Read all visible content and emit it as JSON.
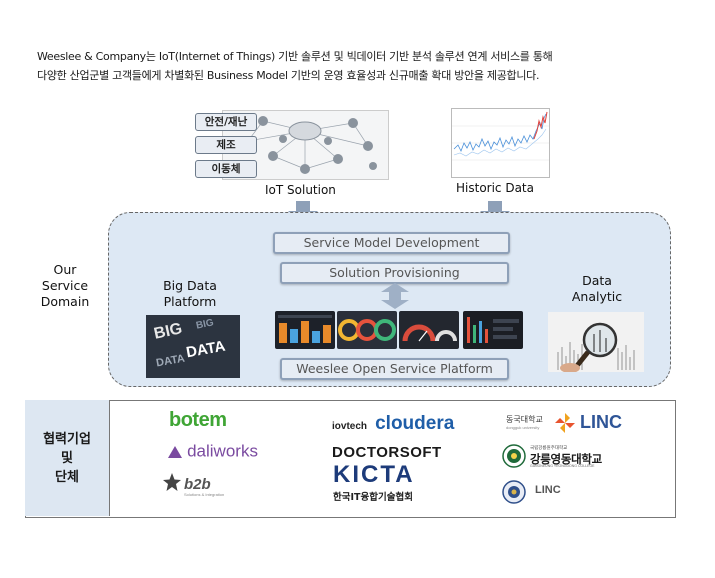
{
  "intro": {
    "line1": "Weeslee & Company는 IoT(Internet of Things) 기반 솔루션 및 빅데이터 기반 분석 솔루션 연계 서비스를 통해",
    "line2": "다양한 산업군별 고객들에게 차별화된 Business Model 기반의 운영 효율성과 신규매출 확대 방안을 제공합니다."
  },
  "iot": {
    "tags": [
      "안전/재난",
      "제조",
      "이동체"
    ],
    "caption": "IoT Solution"
  },
  "historic": {
    "caption": "Historic Data"
  },
  "domain": {
    "label_lines": [
      "Our",
      "Service",
      "Domain"
    ],
    "big_data_lines": [
      "Big Data",
      "Platform"
    ],
    "analytic_lines": [
      "Data",
      "Analytic"
    ],
    "bars": {
      "service_model": "Service Model Development",
      "solution": "Solution Provisioning",
      "open_platform": "Weeslee  Open Service Platform"
    },
    "bigdata_image_text": [
      "BIG",
      "DATA",
      "BIG",
      "DATA"
    ]
  },
  "partners": {
    "header_lines": [
      "협력기업",
      "및",
      "단체"
    ],
    "col1": {
      "botem": "botem",
      "daliworks": "daliworks",
      "b2b": "b2b",
      "b2b_sub": "Solutions & Integration"
    },
    "col2": {
      "iovtech": "iovtech",
      "cloudera": "cloudera",
      "doctorsoft": "DOCTORSOFT",
      "kicta": "KICTA",
      "kicta_sub": "한국IT융합기술협회"
    },
    "col3": {
      "dongguk": "동국대학교",
      "dongguk_sub": "dongguk university",
      "linc1": "LINC",
      "gangneung_small": "국립강릉원주대학교",
      "gangneung": "강릉영동대학교",
      "gangneung_sub": "GANGNEUNG YEONGDONG COLLEGE",
      "linc2": "LINC"
    }
  },
  "colors": {
    "domain_bg": "#dde8f4",
    "bar_border": "#8ea0b8",
    "arrow": "#8ea0b8",
    "botem_green": "#3fa535",
    "cloudera_blue": "#1f5ea8",
    "kicta_navy": "#1d3b7a",
    "linc_blue": "#2f5597"
  }
}
